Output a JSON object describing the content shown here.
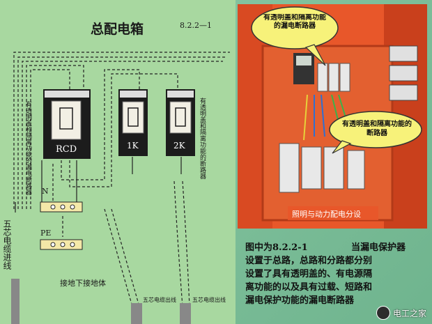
{
  "diagram": {
    "title": "总配电箱",
    "code": "8.2.2—1",
    "rcd_label": "RCD",
    "k1_label": "1K",
    "k2_label": "2K",
    "side_note_left": "有透明盖和隔离功能的漏电断路器",
    "side_note_right": "有透明盖和隔离功能的断路器",
    "n_label": "N",
    "pe_label": "PE",
    "ground_label": "接地下接地体",
    "incoming_label": "五芯电缆进线",
    "out1_label": "五芯电缆出线",
    "out2_label": "五芯电缆出线"
  },
  "photo": {
    "bubble_top": "有透明盖和隔离功能的漏电断路器",
    "bubble_right": "有透明盖和隔离功能的断路器",
    "banner": "照明与动力配电分设"
  },
  "caption": {
    "line1_left": "图中为8.2.2-1",
    "line1_right": "当漏电保护器",
    "line2": "设置于总路，总路和分路都分别",
    "line3": "设置了具有透明盖的、有电源隔",
    "line4": "离功能的以及具有过载、短路和",
    "line5": "漏电保护功能的漏电断路器"
  },
  "watermark": {
    "text": "电工之家"
  },
  "colors": {
    "orange": "#e8572a",
    "panel_green": "#a8d8a0",
    "breaker_black": "#1c1c1c",
    "bubble_yellow": "#f7f27a"
  }
}
